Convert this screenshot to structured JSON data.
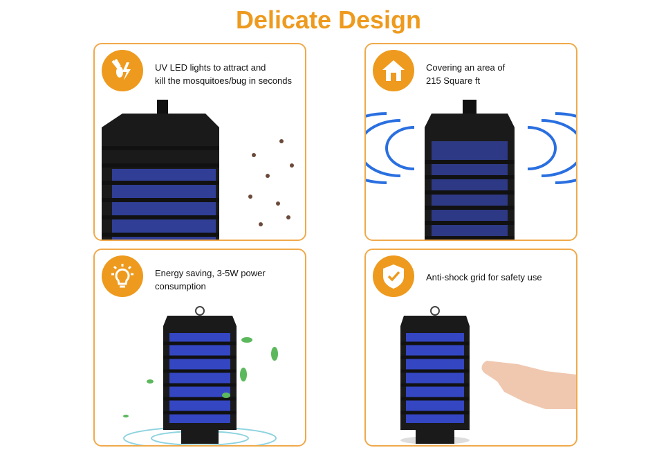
{
  "title": "Delicate Design",
  "accent_color": "#EE9A1E",
  "features": [
    {
      "icon": "bug-zap-icon",
      "line1": "UV LED lights to attract and",
      "line2": "kill the mosquitoes/bug in seconds"
    },
    {
      "icon": "house-icon",
      "line1": "Covering an area of",
      "line2": "215 Square ft"
    },
    {
      "icon": "lightbulb-icon",
      "line1": "Energy saving, 3-5W power",
      "line2": "consumption"
    },
    {
      "icon": "shield-check-icon",
      "line1": "Anti-shock grid for safety use"
    }
  ]
}
